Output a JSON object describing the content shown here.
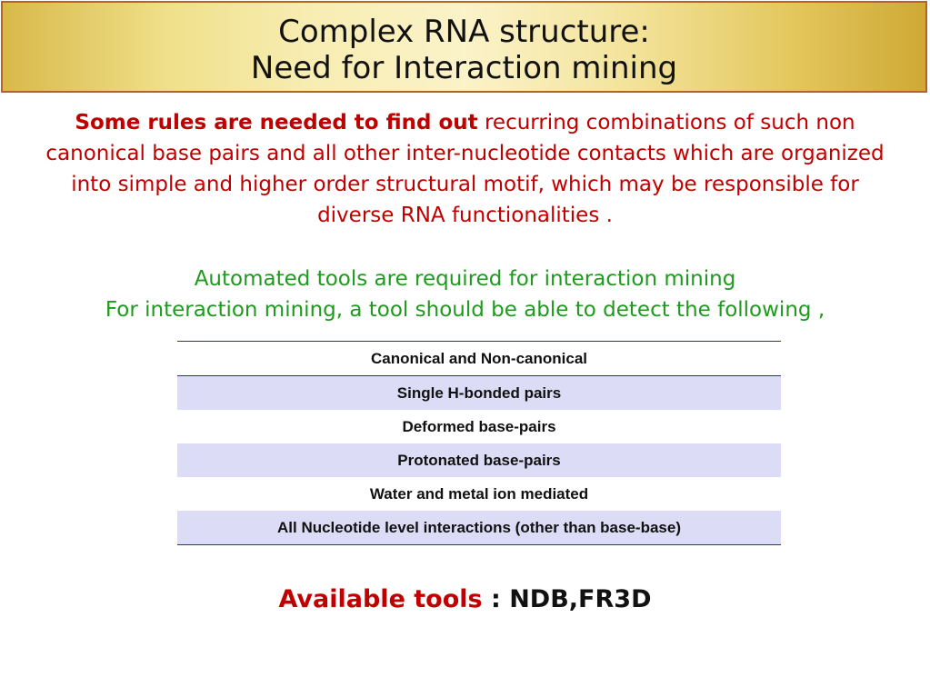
{
  "title": {
    "line1": "Complex RNA structure:",
    "line2": "Need for Interaction mining"
  },
  "paragraph1": {
    "bold_lead": "Some rules are needed to find out",
    "rest": " recurring combinations of such non canonical base pairs and all other inter-nucleotide contacts which are organized into simple and higher order structural motif, which may be responsible for diverse RNA functionalities ."
  },
  "paragraph2": {
    "line1": "Automated tools are required for interaction mining",
    "line2": "For interaction mining, a tool should be able to detect the following ,"
  },
  "table": {
    "rows": [
      "Canonical and Non-canonical",
      "Single H-bonded pairs",
      "Deformed base-pairs",
      "Protonated base-pairs",
      "Water and metal ion mediated",
      "All Nucleotide level interactions (other than base-base)"
    ]
  },
  "available_tools": {
    "label": "Available tools",
    "value": " : NDB,FR3D"
  },
  "colors": {
    "accent_red": "#c00000",
    "accent_green": "#1f9a1f",
    "row_shade": "#dcdcf6",
    "rule_blue": "#2b2bb0"
  }
}
